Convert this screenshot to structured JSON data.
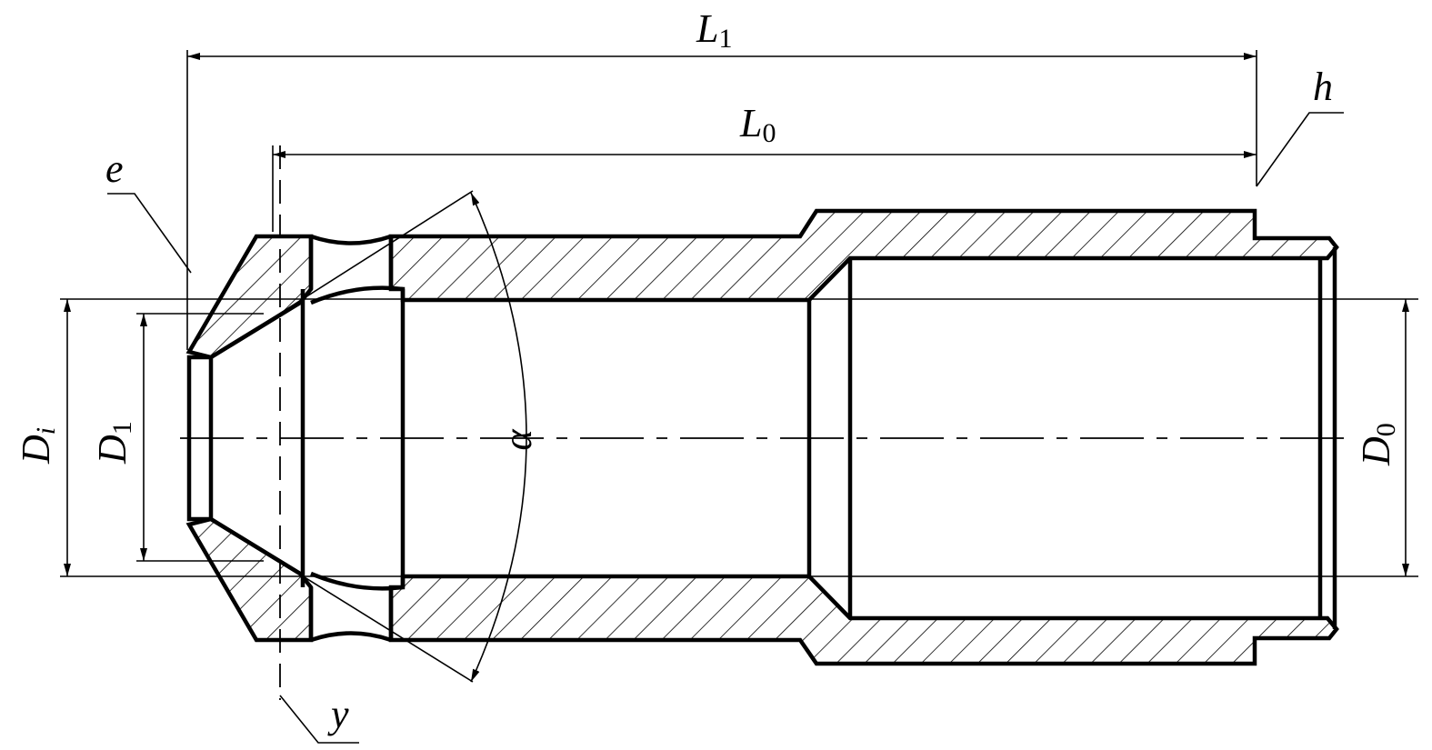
{
  "labels": {
    "L1": {
      "main": "L",
      "sub": "1"
    },
    "L0": {
      "main": "L",
      "sub": "0"
    },
    "h": "h",
    "e": "e",
    "y": "y",
    "alpha": "α",
    "Di": {
      "main": "D",
      "sub": "i"
    },
    "D1": {
      "main": "D",
      "sub": "1"
    },
    "D0": {
      "main": "D",
      "sub": "0"
    }
  }
}
